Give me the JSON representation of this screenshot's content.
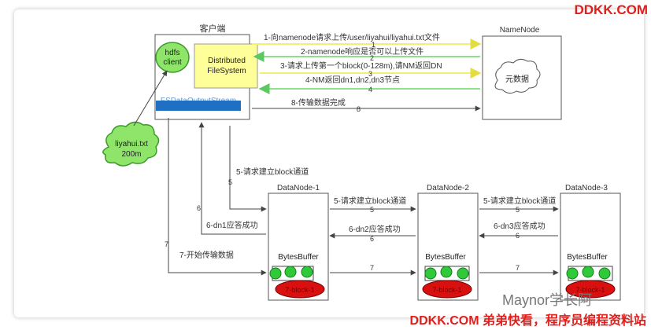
{
  "watermark_top": "DDKK.COM",
  "watermark_bottom": "DDKK.COM 弟弟快看，程序员编程资料站",
  "watermark_logo": "Maynor学长阿",
  "client": {
    "label": "客户端",
    "hdfs_client": [
      "hdfs",
      "client"
    ],
    "dfs": [
      "Distributed",
      "FileSystem"
    ],
    "fsdos": "FSDataOutputStream"
  },
  "file_cloud": [
    "liyahui.txt",
    "200m"
  ],
  "namenode": {
    "label": "NameNode",
    "cloud": "元数据"
  },
  "datanodes": [
    {
      "label": "DataNode-1",
      "buffer": "BytesBuffer",
      "block": "7-block-1"
    },
    {
      "label": "DataNode-2",
      "buffer": "BytesBuffer",
      "block": "7-block-1"
    },
    {
      "label": "DataNode-3",
      "buffer": "BytesBuffer",
      "block": "7-block-1"
    }
  ],
  "steps": {
    "s1": "1-向namenode请求上传/user/liyahui/liyahui.txt文件",
    "s1n": "1",
    "s2": "2-namenode响应是否可以上传文件",
    "s2n": "2",
    "s3": "3-请求上传第一个block(0-128m),请NM返回DN",
    "s3n": "3",
    "s4": "4-NM返回dn1,dn2,dn3节点",
    "s4n": "4",
    "s8": "8-传输数据完成",
    "s8n": "8",
    "s5a": "5-请求建立block通道",
    "s5an": "5",
    "s5b": "5-请求建立block通道",
    "s5bn": "5",
    "s5c": "5-请求建立block通道",
    "s5cn": "5",
    "s6a": "6",
    "s6an": "6-dn1应答成功",
    "s6b": "6-dn2应答成功",
    "s6bn": "6",
    "s6c": "6-dn3应答成功",
    "s6cn": "6",
    "s7a": "7",
    "s7an": "7-开始传输数据",
    "s7b": "7",
    "s7c": "7"
  },
  "colors": {
    "green_fill": "#8ee56a",
    "green_stroke": "#3c9a2a",
    "yellow_fill": "#ffff99",
    "blue_bar": "#1f6fc2",
    "red_block": "#d91010",
    "arrow_yellow": "#f3ef70",
    "arrow_green": "#8ee08a",
    "line": "#444444",
    "watermark": "#e0201c"
  }
}
